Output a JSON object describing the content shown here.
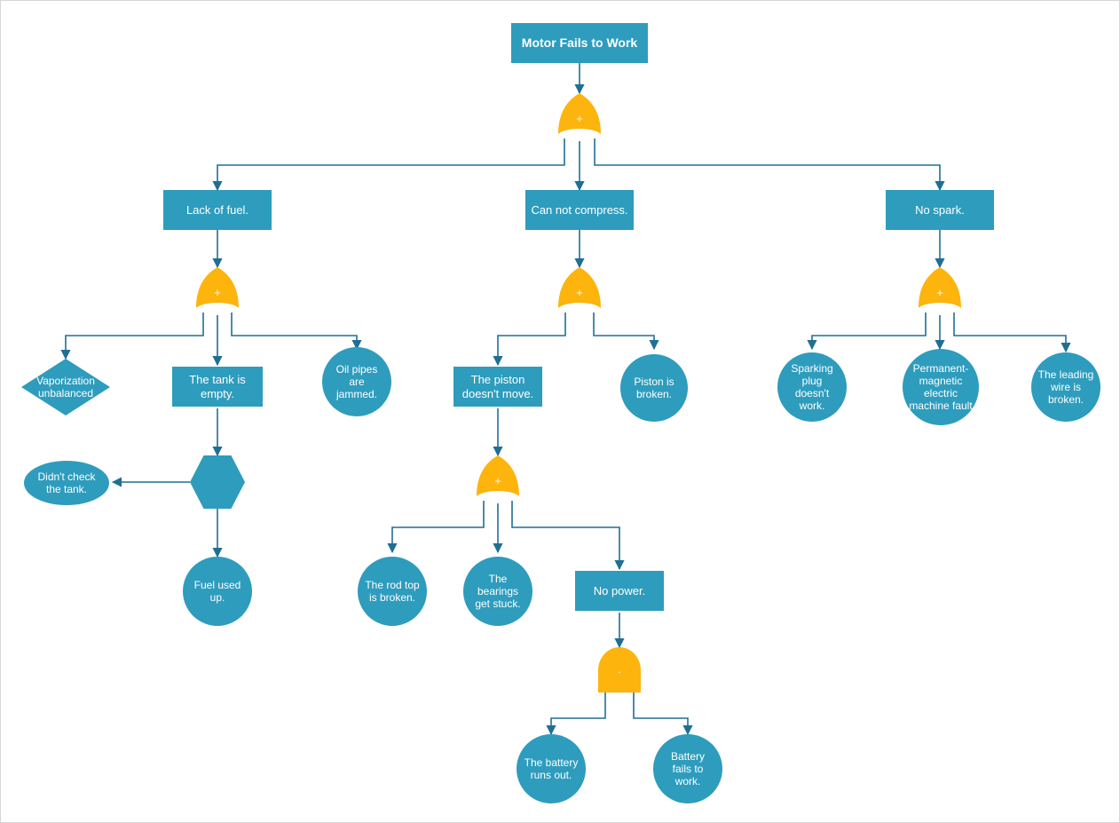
{
  "diagram": {
    "type": "fault-tree",
    "title_node": "Motor Fails to Work",
    "colors": {
      "node_fill": "#2e9cbd",
      "gate_fill": "#fdb40c",
      "edge": "#1f6f94",
      "text": "#ffffff",
      "canvas_border": "#d6d6d6",
      "background": "#ffffff"
    },
    "gate_symbols": {
      "or": "+",
      "and": "·"
    }
  },
  "nodes": {
    "root": {
      "label": "Motor Fails to Work",
      "shape": "rectangle"
    },
    "lack_of_fuel": {
      "label": "Lack of fuel.",
      "shape": "rectangle"
    },
    "can_not_compress": {
      "label": "Can not compress.",
      "shape": "rectangle"
    },
    "no_spark": {
      "label": "No spark.",
      "shape": "rectangle"
    },
    "vaporization_unbalanced": {
      "label": "Vaporization\nunbalanced",
      "shape": "diamond"
    },
    "tank_is_empty": {
      "label": "The tank is\nempty.",
      "shape": "rectangle"
    },
    "oil_pipes_jammed": {
      "label": "Oil pipes\nare\njammed.",
      "shape": "circle"
    },
    "transfer_hexagon": {
      "label": "",
      "shape": "hexagon"
    },
    "didnt_check_tank": {
      "label": "Didn't check\nthe tank.",
      "shape": "ellipse"
    },
    "fuel_used_up": {
      "label": "Fuel used\nup.",
      "shape": "circle"
    },
    "piston_doesnt_move": {
      "label": "The piston\ndoesn't move.",
      "shape": "rectangle"
    },
    "piston_is_broken": {
      "label": "Piston is\nbroken.",
      "shape": "circle"
    },
    "rod_top_broken": {
      "label": "The rod top\nis broken.",
      "shape": "circle"
    },
    "bearings_stuck": {
      "label": "The\nbearings\nget stuck.",
      "shape": "circle"
    },
    "no_power": {
      "label": "No power.",
      "shape": "rectangle"
    },
    "battery_runs_out": {
      "label": "The battery\nruns out.",
      "shape": "circle"
    },
    "battery_fails": {
      "label": "Battery\nfails to\nwork.",
      "shape": "circle"
    },
    "sparking_plug": {
      "label": "Sparking\nplug\ndoesn't\nwork.",
      "shape": "circle"
    },
    "pm_machine_fault": {
      "label": "Permanent-\nmagnetic\nelectric\nmachine fault",
      "shape": "circle"
    },
    "leading_wire_broken": {
      "label": "The leading\nwire is\nbroken.",
      "shape": "circle"
    }
  },
  "gates": {
    "gate_root": {
      "type": "OR",
      "symbol": "+"
    },
    "gate_fuel": {
      "type": "OR",
      "symbol": "+"
    },
    "gate_compress": {
      "type": "OR",
      "symbol": "+"
    },
    "gate_spark": {
      "type": "OR",
      "symbol": "+"
    },
    "gate_piston": {
      "type": "OR",
      "symbol": "+"
    },
    "gate_power": {
      "type": "AND",
      "symbol": "·"
    }
  }
}
